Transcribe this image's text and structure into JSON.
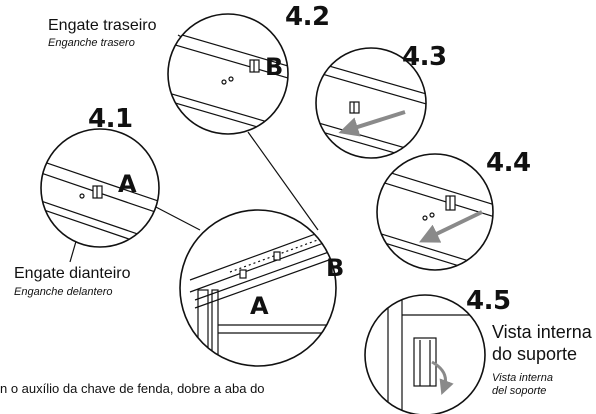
{
  "steps": {
    "s41": "4.1",
    "s42": "4.2",
    "s43": "4.3",
    "s44": "4.4",
    "s45": "4.5"
  },
  "labels": {
    "rear_pt": "Engate traseiro",
    "rear_es": "Enganche trasero",
    "front_pt": "Engate dianteiro",
    "front_es": "Enganche delantero",
    "inner_pt_1": "Vista interna",
    "inner_pt_2": "do suporte",
    "inner_es_1": "Vista interna",
    "inner_es_2": "del soporte"
  },
  "letters": {
    "a_small": "A",
    "b_small": "B",
    "a_main": "A",
    "b_main": "B"
  },
  "bottom_text": {
    "line1": "n o auxílio da chave de fenda, dobre a aba do"
  },
  "colors": {
    "line": "#111111",
    "arrow": "#8a8a8a"
  }
}
